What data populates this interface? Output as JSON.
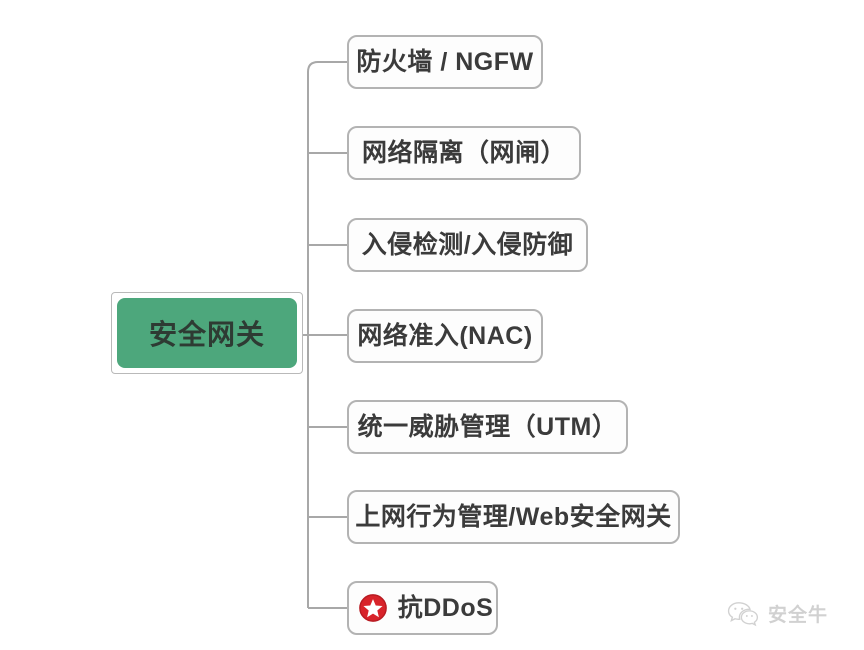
{
  "diagram": {
    "type": "mind-map",
    "background_color": "#ffffff",
    "root": {
      "label": "安全网关",
      "fill_color": "#4da77c",
      "text_color": "#2e3b33",
      "border_color": "#b9b9b9"
    },
    "connector_color": "#a8a8a8",
    "branches": [
      {
        "label": "防火墙 / NGFW",
        "icon": null
      },
      {
        "label": "网络隔离（网闸）",
        "icon": null
      },
      {
        "label": "入侵检测/入侵防御",
        "icon": null
      },
      {
        "label": "网络准入(NAC)",
        "icon": null
      },
      {
        "label": "统一威胁管理（UTM）",
        "icon": null
      },
      {
        "label": "上网行为管理/Web安全网关",
        "icon": null
      },
      {
        "label": "抗DDoS",
        "icon": "red-star-icon"
      }
    ],
    "node_style": {
      "fill_color": "#fdfdfd",
      "border_color": "#b3b3b3",
      "text_color": "#3b3b3b"
    },
    "icons": {
      "red_star_circle_color": "#d8232a",
      "red_star_inner_color": "#ffffff"
    }
  },
  "watermark": {
    "text": "安全牛",
    "icon": "wechat-icon",
    "color": "#9a9a9a"
  }
}
